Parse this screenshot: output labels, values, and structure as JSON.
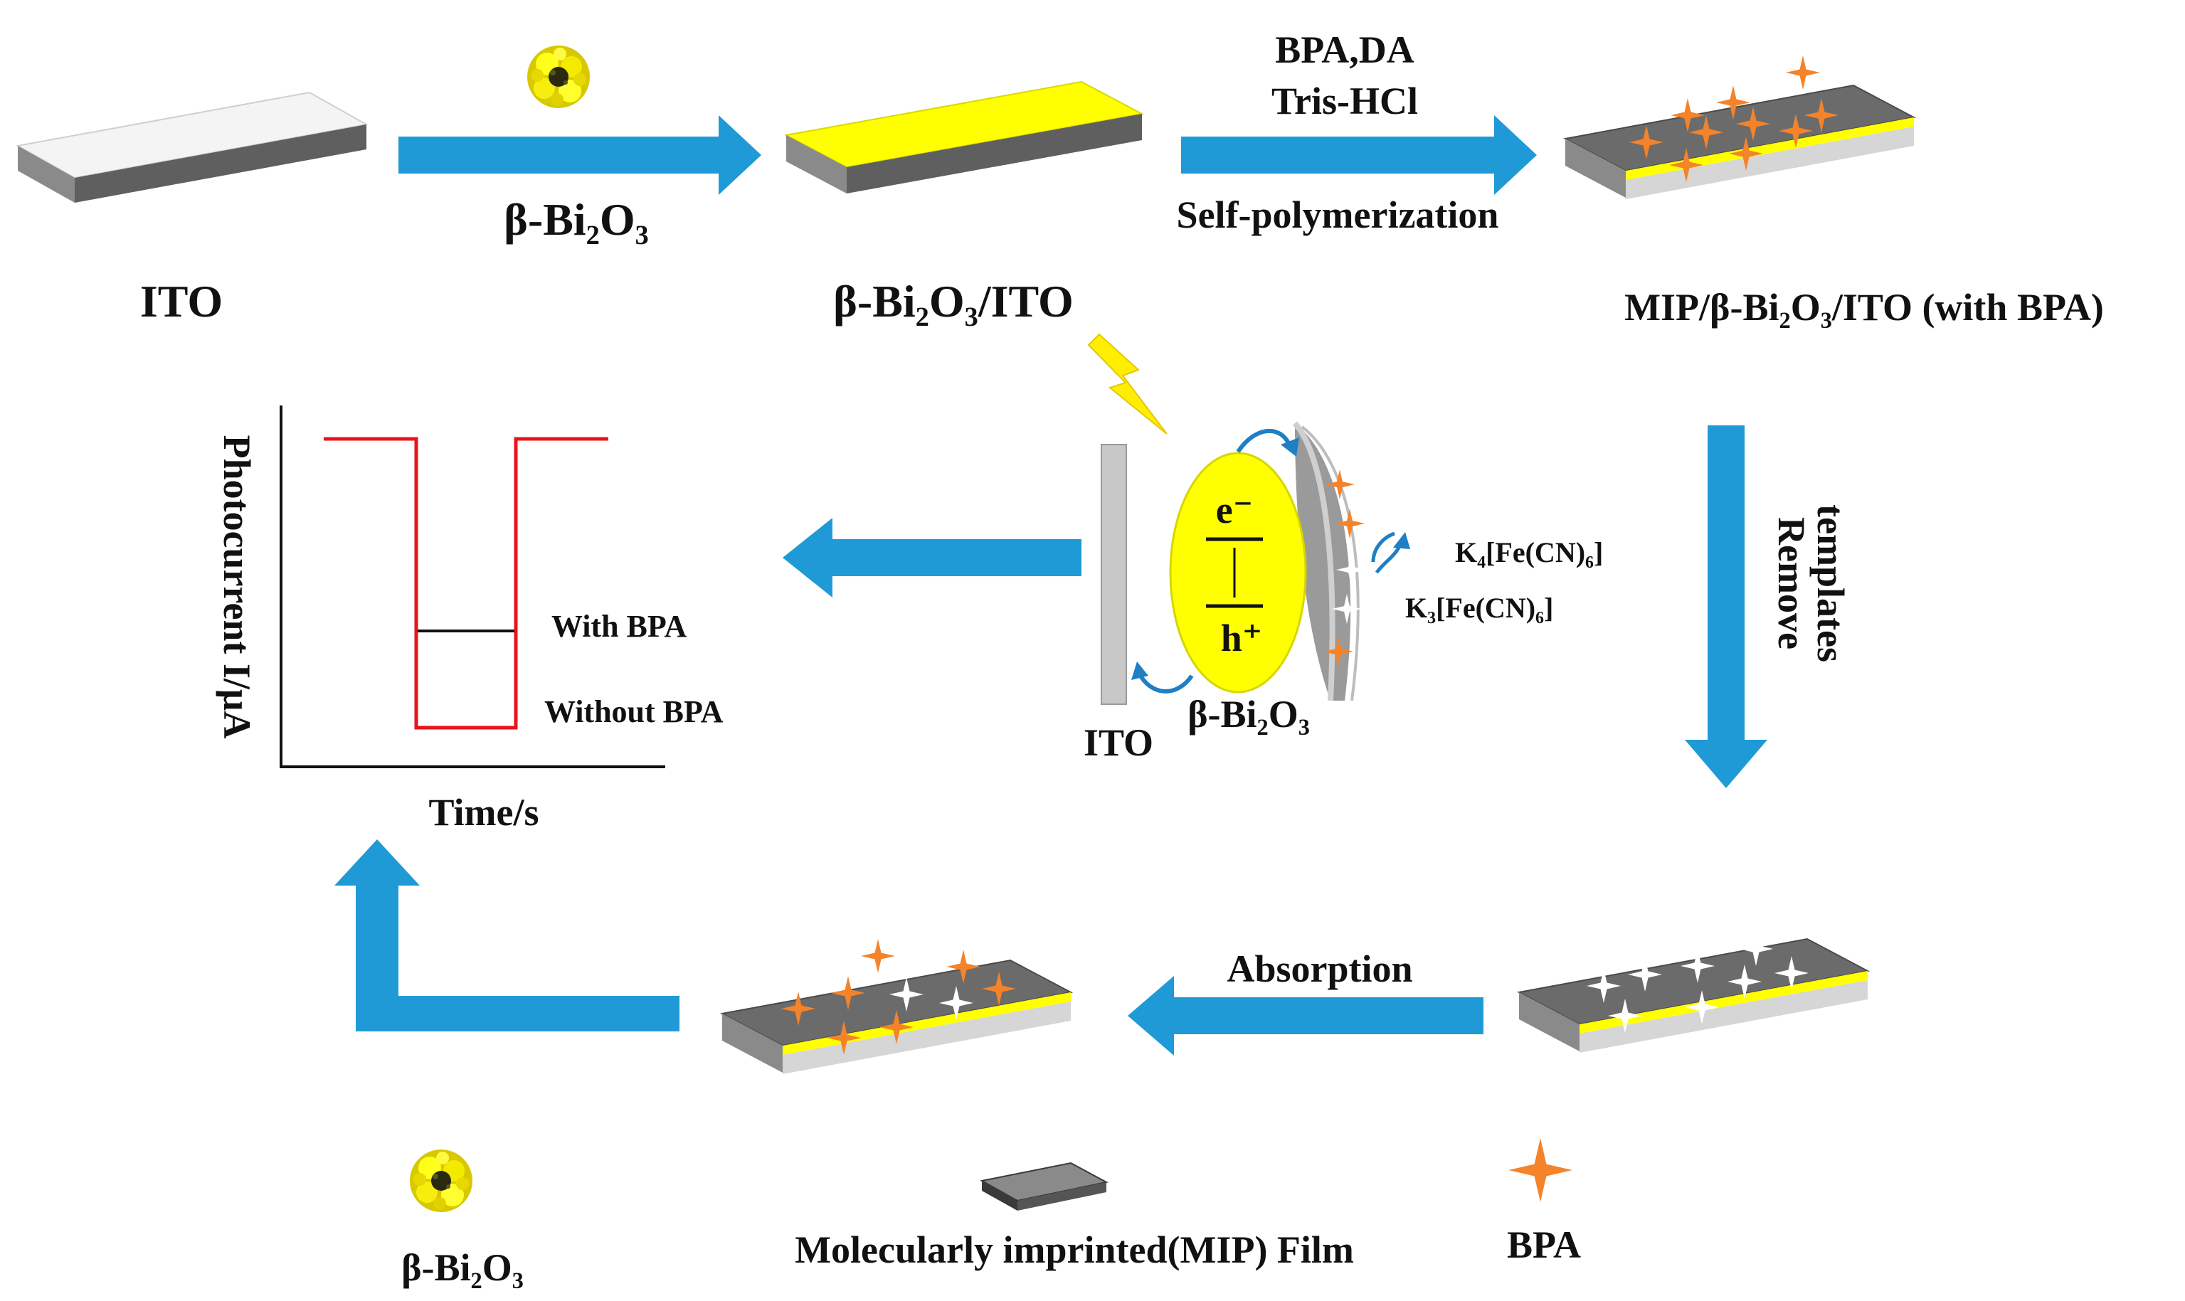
{
  "labels": {
    "ito_top": "ITO",
    "bi2o3_arrow": "β-Bi₂O₃",
    "bi2o3_ito": "β-Bi₂O₃/ITO",
    "reagents_line1": "BPA,DA",
    "reagents_line2": "Tris-HCl",
    "self_polymerization": "Self-polymerization",
    "mip_with_bpa": "MIP/β-Bi₂O₃/ITO (with BPA)",
    "remove": "Remove",
    "templates": "templates",
    "absorption": "Absorption",
    "bpa_legend": "BPA",
    "mip_film_legend": "Molecularly imprinted(MIP) Film",
    "bi2o3_legend": "β-Bi₂O₃"
  },
  "mechanism": {
    "electron": "e⁻",
    "hole": "h⁺",
    "ito": "ITO",
    "semiconductor": "β-Bi₂O₃",
    "reduced_species": "K₄[Fe(CN)₆]",
    "oxidized_species": "K₃[Fe(CN)₆]"
  },
  "plot": {
    "ylabel": "Photocurrent I/μA",
    "xlabel": "Time/s",
    "with_bpa": "With BPA",
    "without_bpa": "Without BPA"
  },
  "colors": {
    "arrow": "#1f9ad6",
    "substrate_top": "#f4f4f4",
    "substrate_side": "#6e6e6e",
    "bi2o3_yellow": "#ffff00",
    "mip_gray": "#6b6b6b",
    "bpa_orange": "#f5832a",
    "cavity_white": "#ffffff",
    "photocurrent_red": "#e8141c",
    "photocurrent_black": "#111111"
  },
  "icons": {
    "nanoflower": "bi2o3-nanoflower-icon",
    "lightning": "lightning-bolt-icon",
    "bpa_star": "four-point-star-icon"
  }
}
